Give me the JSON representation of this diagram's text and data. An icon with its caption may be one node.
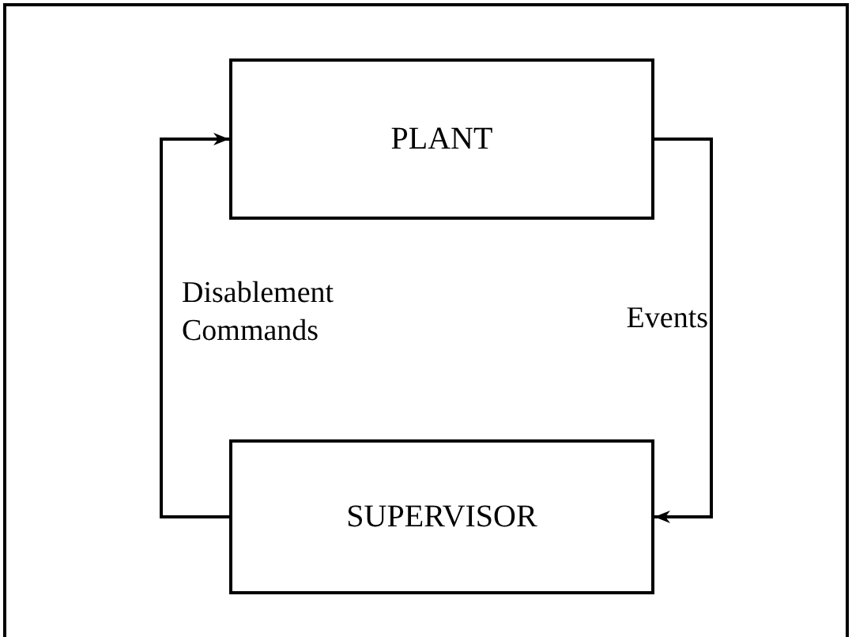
{
  "diagram": {
    "nodes": [
      {
        "text": [
          "PLANT"
        ]
      },
      {
        "text": [
          "SUPERVISOR"
        ]
      }
    ],
    "edges": [
      {
        "from": 0,
        "to": 1,
        "arrow": "to",
        "label": "Events"
      },
      {
        "from": 1,
        "to": 0,
        "arrow": "to",
        "label": "Disablement Commands"
      }
    ]
  }
}
